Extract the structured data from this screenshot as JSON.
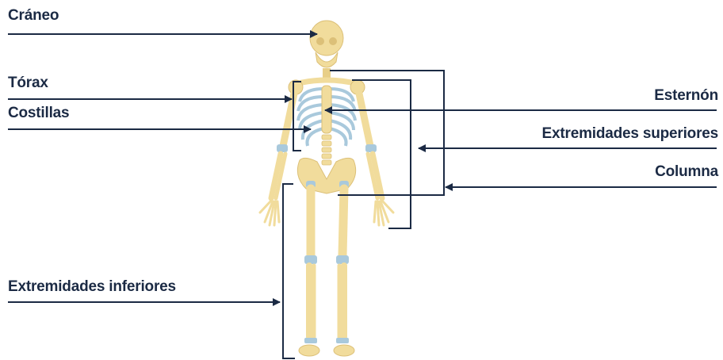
{
  "colors": {
    "line": "#1b2a44",
    "bone": "#f1dc9c",
    "bone_shade": "#dcc078",
    "rib": "#a9c9dc",
    "joint": "#a9c9dc",
    "label": "#1b2a44"
  },
  "labels": {
    "craneo": "Cráneo",
    "torax": "Tórax",
    "costillas": "Costillas",
    "esternon": "Esternón",
    "ext_superiores": "Extremidades superiores",
    "columna": "Columna",
    "ext_inferiores": "Extremidades inferiores"
  }
}
